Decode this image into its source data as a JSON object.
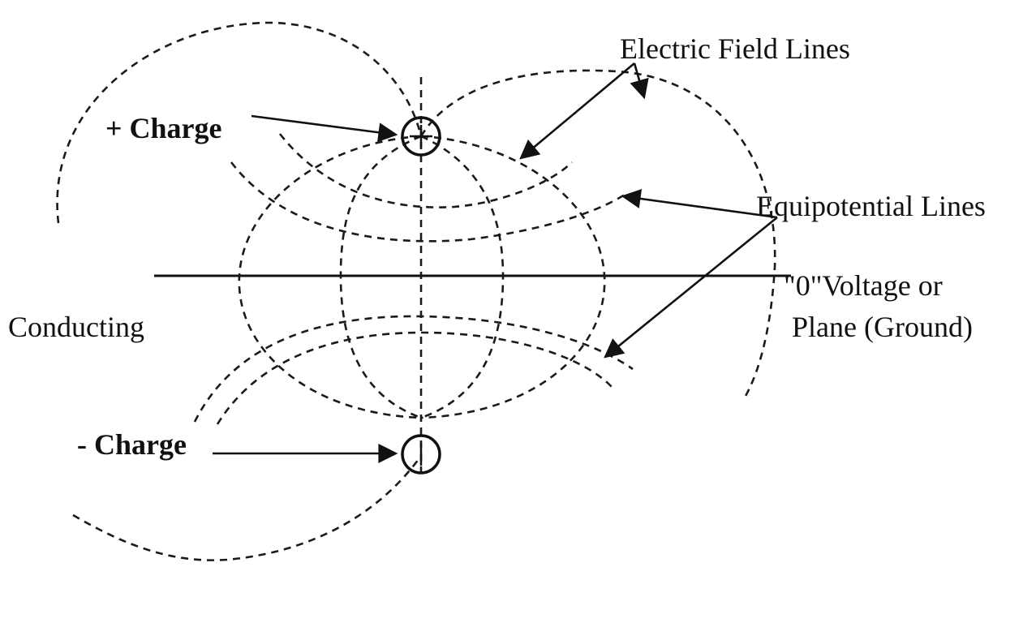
{
  "labels": {
    "electric_field_lines": "Electric Field Lines",
    "positive_charge": "+ Charge",
    "equipotential_lines": "Equipotential Lines",
    "zero_voltage_line1": "\"0\"Voltage  or",
    "zero_voltage_line2": "Plane (Ground)",
    "conducting": "Conducting",
    "negative_charge": "- Charge"
  },
  "colors": {
    "ink": "#111111",
    "background": "#ffffff"
  }
}
